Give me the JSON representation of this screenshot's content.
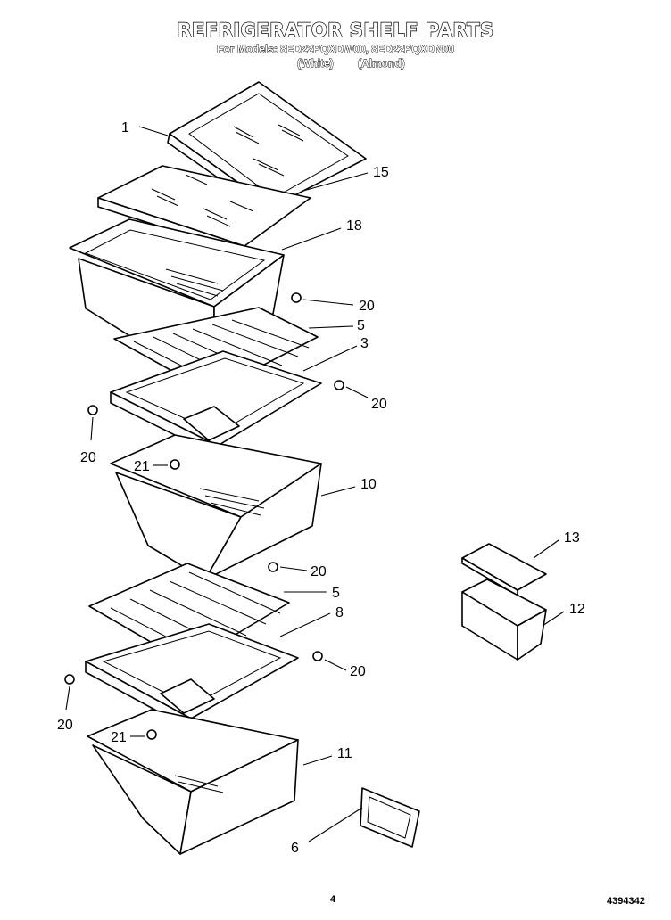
{
  "header": {
    "title": "REFRIGERATOR SHELF PARTS",
    "models_line": "For Models: 8ED22PQXDW00, 8ED22PQXDN00",
    "color_white": "(White)",
    "color_almond": "(Almond)"
  },
  "callouts": {
    "p1": "1",
    "p15": "15",
    "p18": "18",
    "p20a": "20",
    "p5a": "5",
    "p3": "3",
    "p20b": "20",
    "p20c": "20",
    "p21a": "21",
    "p10": "10",
    "p13": "13",
    "p12": "12",
    "p20d": "20",
    "p5b": "5",
    "p8": "8",
    "p20e": "20",
    "p20f": "20",
    "p21b": "21",
    "p11": "11",
    "p6": "6"
  },
  "footer": {
    "page_number": "4",
    "doc_number": "4394342"
  }
}
